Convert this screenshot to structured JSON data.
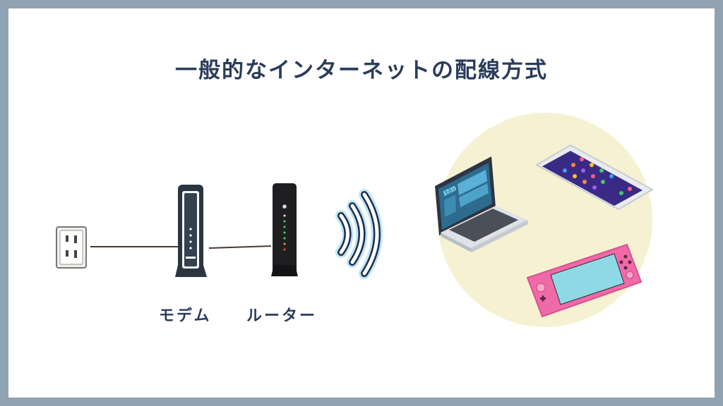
{
  "title": "一般的なインターネットの配線方式",
  "labels": {
    "modem": "モデム",
    "router": "ルーター"
  },
  "colors": {
    "frame": "#8fa3b3",
    "background": "#ffffff",
    "title_text": "#2b3c5b",
    "device_circle": "#f6f1d2",
    "cable": "#4a3a34",
    "wifi_outline": "#1d2d4f",
    "wifi_glow": "#bfe6f2",
    "console_body": "#f06aa8",
    "console_screen": "#8fd9e6"
  },
  "icons": {
    "outlet": "power-outlet-icon",
    "modem": "modem-icon",
    "router": "router-icon",
    "wifi": "wifi-signal-icon",
    "laptop": "laptop-icon",
    "smartphone": "smartphone-icon",
    "game_console": "handheld-game-console-icon"
  },
  "laptop_clock": "17:15"
}
